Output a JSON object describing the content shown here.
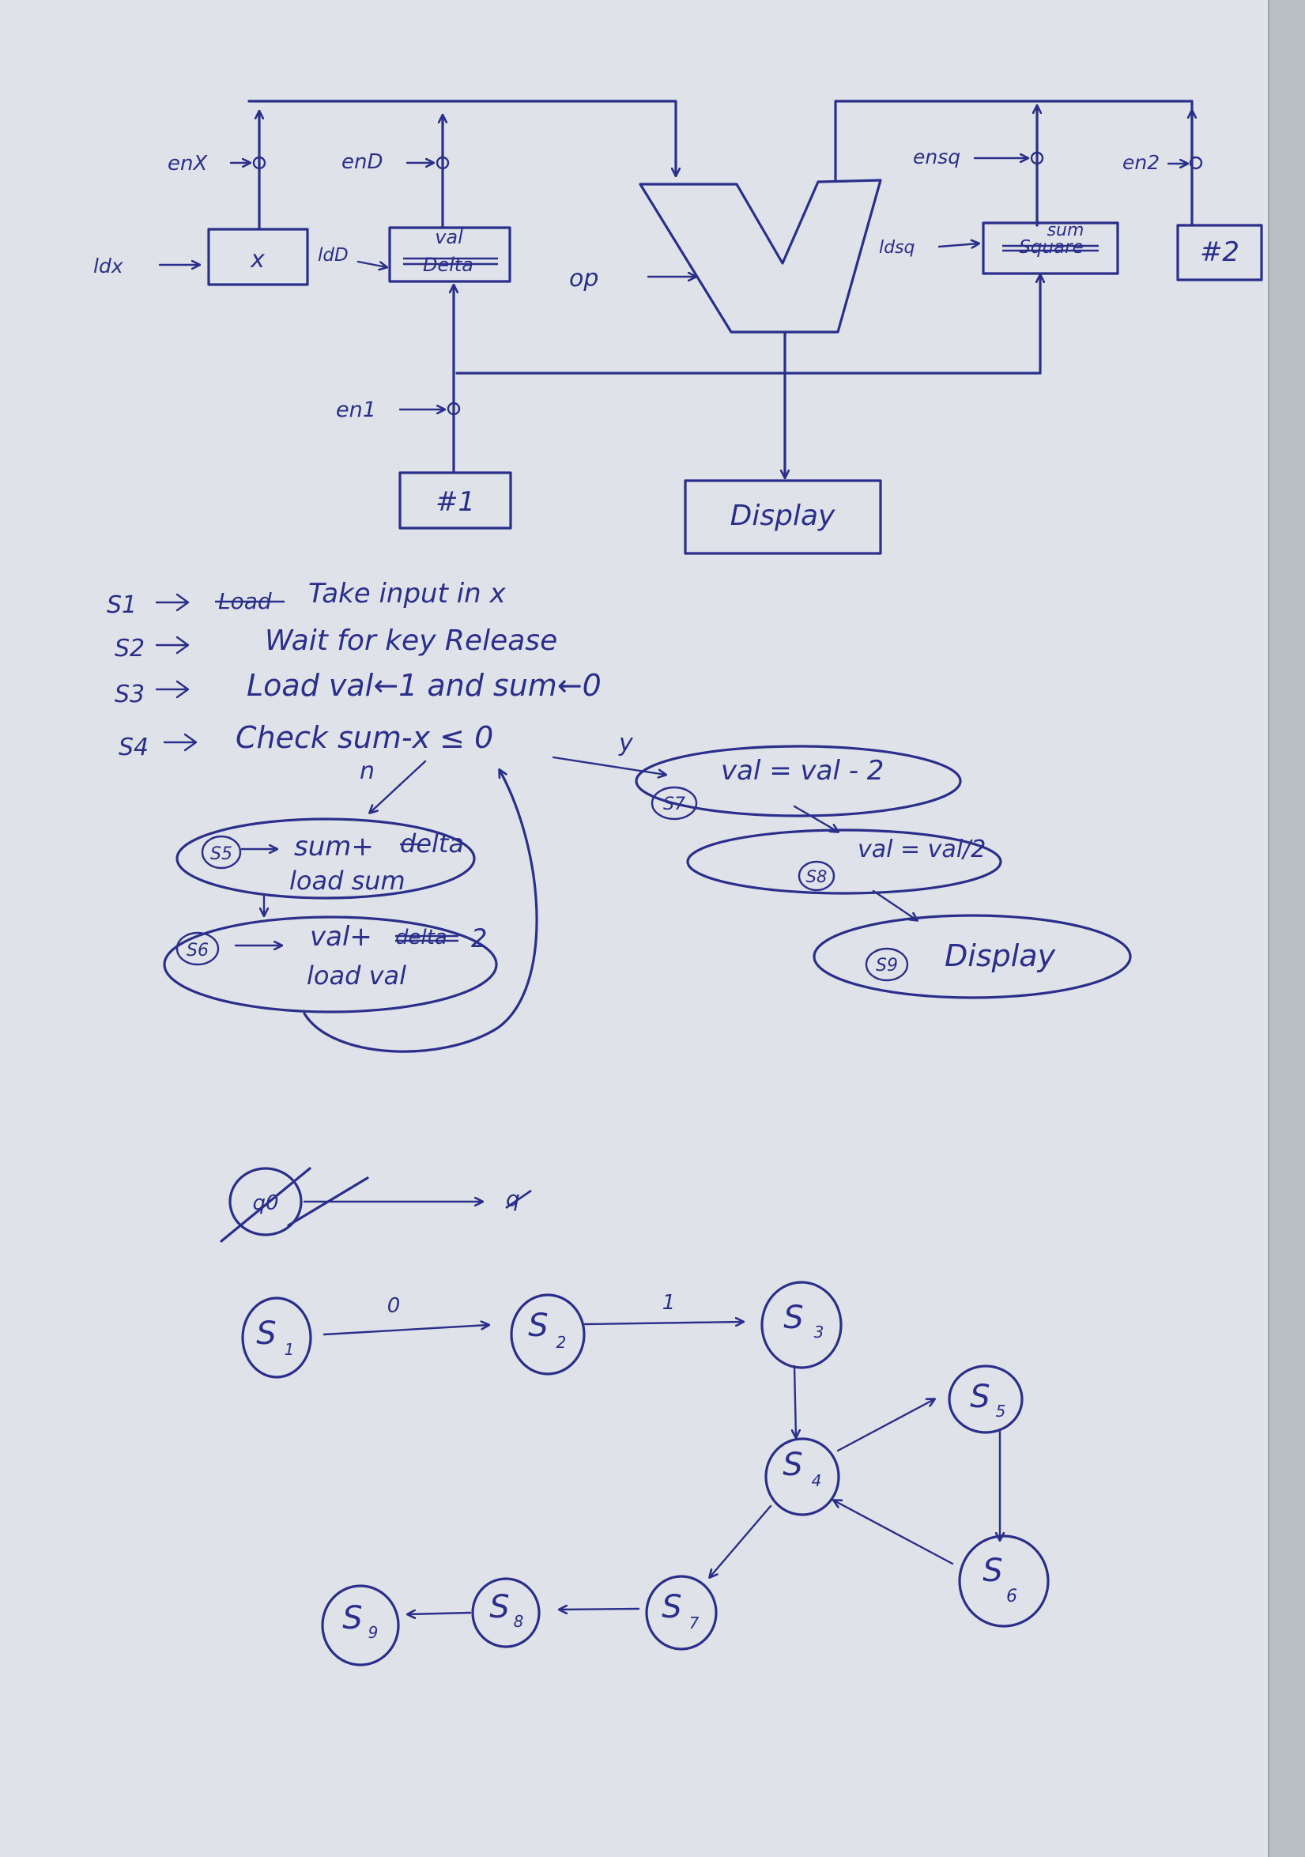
{
  "datapath": {
    "registers": {
      "x": {
        "label": "x",
        "load": "ldx",
        "enable": "enX"
      },
      "val": {
        "label": "val",
        "struck_label": "Delta",
        "load": "ldD",
        "enable": "enD"
      },
      "sum": {
        "label": "sum",
        "struck_label": "Square",
        "load": "ldsq",
        "enable": "ensq"
      }
    },
    "constants": {
      "one": "#1",
      "two": "#2",
      "en_one": "en1",
      "en_two": "en2"
    },
    "alu_op": "op",
    "display": "Display"
  },
  "steps": [
    {
      "state": "S1",
      "struck": "Load",
      "text": "Take input in x"
    },
    {
      "state": "S2",
      "text": "Wait for key Release"
    },
    {
      "state": "S3",
      "text": "Load val←1  and  sum←0"
    },
    {
      "state": "S4",
      "text": "Check   sum-x ≤ 0"
    }
  ],
  "branches": {
    "no_label": "n",
    "yes_label": "y",
    "s5": {
      "state": "S5",
      "line1": "sum+",
      "struck": "delta",
      "line1_tail": "delta",
      "line2": "load sum"
    },
    "s6": {
      "state": "S6",
      "line1": "val+",
      "struck": "delta",
      "line1_tail": "2",
      "line2": "load val"
    },
    "s7": {
      "state": "S7",
      "text": "val = val - 2"
    },
    "s8": {
      "state": "S8",
      "text": "val = val/2"
    },
    "s9": {
      "state": "S9",
      "text": "Display"
    }
  },
  "scratch": {
    "crossed_state": "q0",
    "crossed_target": "q"
  },
  "state_diagram": {
    "nodes": [
      {
        "id": "s1",
        "main": "S",
        "sub": "1"
      },
      {
        "id": "s2",
        "main": "S",
        "sub": "2"
      },
      {
        "id": "s3",
        "main": "S",
        "sub": "3"
      },
      {
        "id": "s4",
        "main": "S",
        "sub": "4"
      },
      {
        "id": "s5",
        "main": "S",
        "sub": "5"
      },
      {
        "id": "s6",
        "main": "S",
        "sub": "6"
      },
      {
        "id": "s7",
        "main": "S",
        "sub": "7"
      },
      {
        "id": "s8",
        "main": "S",
        "sub": "8"
      },
      {
        "id": "s9",
        "main": "S",
        "sub": "9"
      }
    ],
    "edge_labels": {
      "s1_s2": "0",
      "s2_s3": "1"
    }
  },
  "colors": {
    "ink": "#2b2e8a",
    "paper": "#dfe3e9",
    "background": "#3b4250"
  }
}
